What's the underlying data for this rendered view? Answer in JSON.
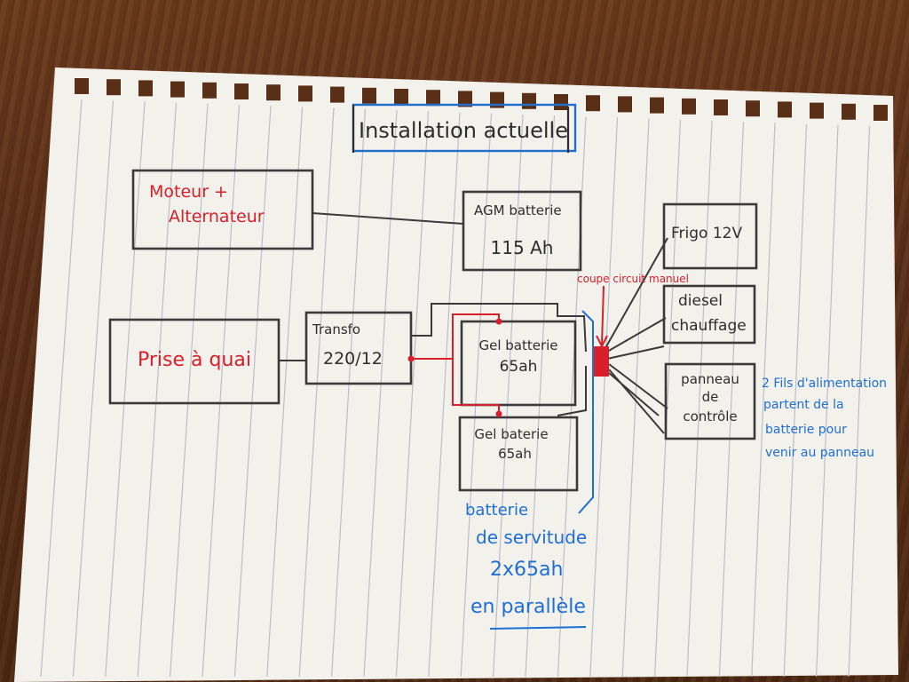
{
  "title": "Installation actuelle",
  "boxes": {
    "moteur": [
      "Moteur +",
      "Alternateur"
    ],
    "agm": [
      "AGM batterie",
      "115 Ah"
    ],
    "frigo": "Frigo 12V",
    "diesel": [
      "diesel",
      "chauffage"
    ],
    "panneau": [
      "panneau",
      "de",
      "contrôle"
    ],
    "prise": "Prise à quai",
    "transfo": [
      "Transfo",
      "220/12"
    ],
    "gel1": [
      "Gel batterie",
      "65ah"
    ],
    "gel2": [
      "Gel baterie",
      "65ah"
    ]
  },
  "labels": {
    "coupe_circuit": "coupe circuit manuel",
    "fils_note": [
      "2 Fils d'alimentation",
      "partent de la",
      "batterie pour",
      "venir au panneau"
    ],
    "servitude": [
      "batterie",
      "de servitude",
      "2x65ah",
      "en parallèle"
    ]
  },
  "colors": {
    "paper": "#f3f1ec",
    "ink_black": "#2d2d2d",
    "ink_red": "#d8202a",
    "ink_blue": "#1f6fd1",
    "ruling": "#b9bec8"
  }
}
